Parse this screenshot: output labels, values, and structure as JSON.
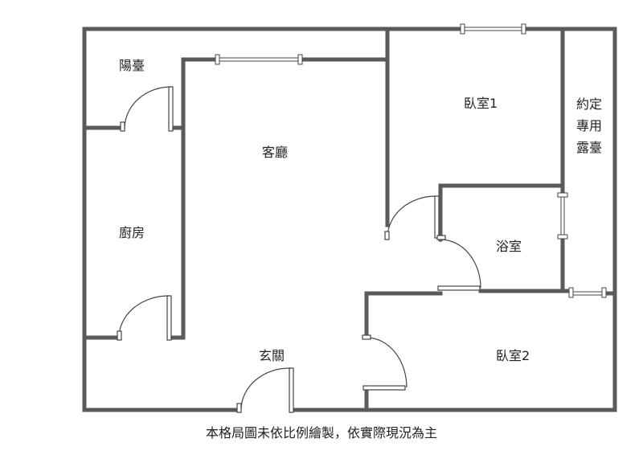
{
  "rooms": {
    "balcony": "陽臺",
    "living_room": "客廳",
    "bedroom_1": "臥室1",
    "private_terrace": [
      "約定",
      "專用",
      "露臺"
    ],
    "kitchen": "廚房",
    "bathroom": "浴室",
    "foyer": "玄關",
    "bedroom_2": "臥室2"
  },
  "disclaimer": "本格局圖未依比例繪製，依實際現況為主",
  "colors": {
    "wall": "#5a5a5a",
    "line": "#444444",
    "text": "#222222"
  }
}
